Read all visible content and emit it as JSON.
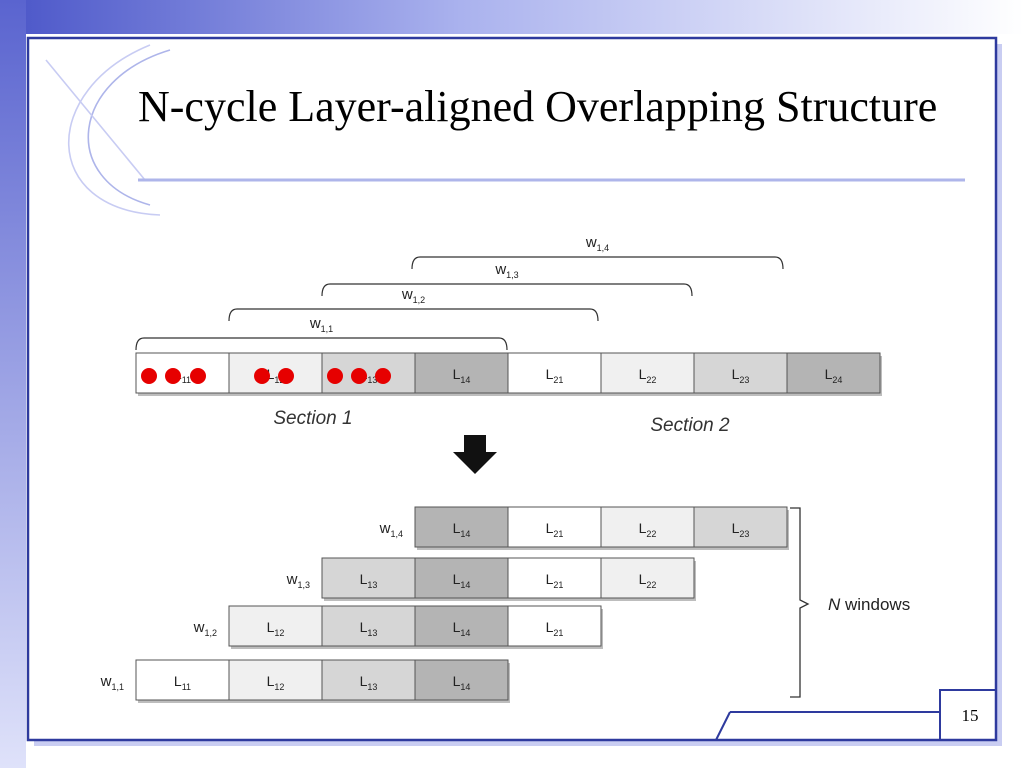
{
  "slide": {
    "title": "N-cycle Layer-aligned Overlapping Structure",
    "page_number": "15"
  },
  "diagram": {
    "top_row": [
      {
        "base": "L",
        "sub": "11",
        "shade": "#ffffff"
      },
      {
        "base": "L",
        "sub": "12",
        "shade": "#f0f0f0"
      },
      {
        "base": "L",
        "sub": "13",
        "shade": "#d6d6d6"
      },
      {
        "base": "L",
        "sub": "14",
        "shade": "#b4b4b4"
      },
      {
        "base": "L",
        "sub": "21",
        "shade": "#ffffff"
      },
      {
        "base": "L",
        "sub": "22",
        "shade": "#f0f0f0"
      },
      {
        "base": "L",
        "sub": "23",
        "shade": "#d6d6d6"
      },
      {
        "base": "L",
        "sub": "24",
        "shade": "#b4b4b4"
      }
    ],
    "windows_top": [
      {
        "base": "w",
        "sub": "1,1"
      },
      {
        "base": "w",
        "sub": "1,2"
      },
      {
        "base": "w",
        "sub": "1,3"
      },
      {
        "base": "w",
        "sub": "1,4"
      }
    ],
    "section_labels": [
      "Section 1",
      "Section 2"
    ],
    "bottom_rows": [
      {
        "window": {
          "base": "w",
          "sub": "1,4"
        },
        "cells": [
          {
            "base": "L",
            "sub": "14",
            "shade": "#b4b4b4"
          },
          {
            "base": "L",
            "sub": "21",
            "shade": "#ffffff"
          },
          {
            "base": "L",
            "sub": "22",
            "shade": "#f0f0f0"
          },
          {
            "base": "L",
            "sub": "23",
            "shade": "#d6d6d6"
          }
        ]
      },
      {
        "window": {
          "base": "w",
          "sub": "1,3"
        },
        "cells": [
          {
            "base": "L",
            "sub": "13",
            "shade": "#d6d6d6"
          },
          {
            "base": "L",
            "sub": "14",
            "shade": "#b4b4b4"
          },
          {
            "base": "L",
            "sub": "21",
            "shade": "#ffffff"
          },
          {
            "base": "L",
            "sub": "22",
            "shade": "#f0f0f0"
          }
        ]
      },
      {
        "window": {
          "base": "w",
          "sub": "1,2"
        },
        "cells": [
          {
            "base": "L",
            "sub": "12",
            "shade": "#f0f0f0"
          },
          {
            "base": "L",
            "sub": "13",
            "shade": "#d6d6d6"
          },
          {
            "base": "L",
            "sub": "14",
            "shade": "#b4b4b4"
          },
          {
            "base": "L",
            "sub": "21",
            "shade": "#ffffff"
          }
        ]
      },
      {
        "window": {
          "base": "w",
          "sub": "1,1"
        },
        "cells": [
          {
            "base": "L",
            "sub": "11",
            "shade": "#ffffff"
          },
          {
            "base": "L",
            "sub": "12",
            "shade": "#f0f0f0"
          },
          {
            "base": "L",
            "sub": "13",
            "shade": "#d6d6d6"
          },
          {
            "base": "L",
            "sub": "14",
            "shade": "#b4b4b4"
          }
        ]
      }
    ],
    "windows_label": {
      "italic": "N",
      "rest": " windows"
    },
    "marker_color": "#e60000",
    "frame_color": "#2e3a9e",
    "accent_color": "#9aa3e0"
  }
}
